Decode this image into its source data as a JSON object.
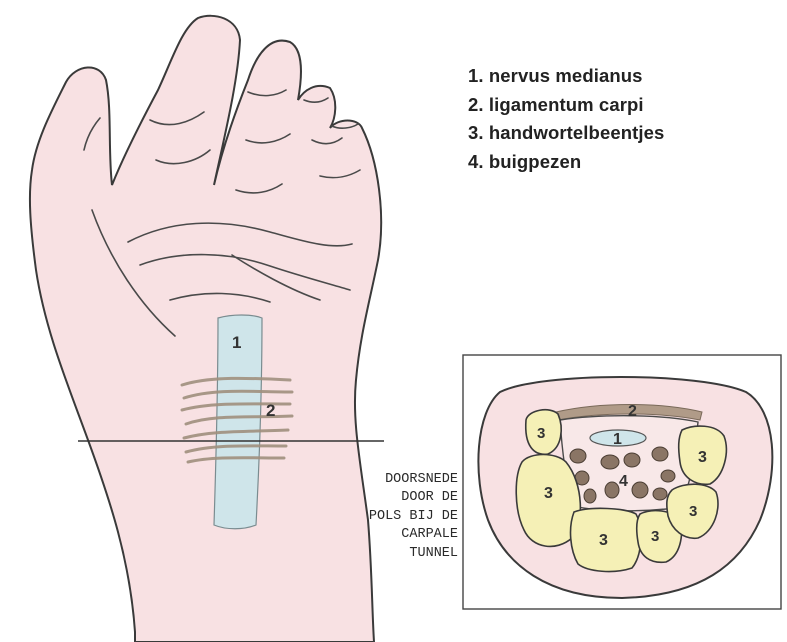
{
  "legend": {
    "items": [
      "1. nervus medianus",
      "2. ligamentum carpi",
      "3. handwortelbeentjes",
      "4. buigpezen"
    ]
  },
  "caption": {
    "lines": [
      "DOORSNEDE",
      "DOOR DE",
      "POLS BIJ DE",
      "CARPALE",
      "TUNNEL"
    ]
  },
  "hand_labels": {
    "nerve": "1",
    "ligament": "2"
  },
  "section_labels": {
    "ligament": "2",
    "nerve": "1",
    "tendons": "4",
    "bone": "3"
  },
  "colors": {
    "skin": "#f8e1e3",
    "outline": "#3a3a3a",
    "nerve": "#cfe5ea",
    "bone": "#f5f0b6",
    "tendon": "#8a7565",
    "ligament": "#b09b88"
  }
}
